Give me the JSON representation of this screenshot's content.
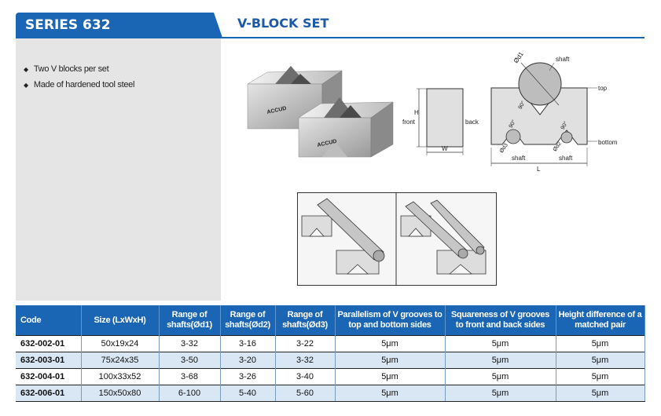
{
  "header": {
    "series": "SERIES 632",
    "title": "V-BLOCK SET"
  },
  "features": [
    "Two V blocks per set",
    "Made of hardened tool steel"
  ],
  "product_photo": {
    "brand": "ACCUD"
  },
  "diagram": {
    "side_labels": {
      "H": "H",
      "front": "front",
      "back": "back",
      "W": "W"
    },
    "cross_labels": {
      "d1": "Ød1",
      "shaft_top": "shaft",
      "top": "top",
      "angle_big": "90°",
      "angle_left": "90°",
      "angle_right": "90°",
      "d3": "Ød3",
      "d2": "Ød2",
      "shaft_left": "shaft",
      "shaft_right": "shaft",
      "bottom": "bottom",
      "L": "L"
    }
  },
  "colors": {
    "brand_blue": "#1b65b5",
    "row_tint": "#d9e7f5"
  },
  "table": {
    "headers": [
      "Code",
      "Size (LxWxH)",
      "Range of shafts(Ød1)",
      "Range of shafts(Ød2)",
      "Range of shafts(Ød3)",
      "Parallelism of  V grooves to top and bottom sides",
      "Squareness of V grooves to front and back sides",
      "Height difference of a matched pair"
    ],
    "rows": [
      [
        "632-002-01",
        "50x19x24",
        "3-32",
        "3-16",
        "3-22",
        "5μm",
        "5μm",
        "5μm"
      ],
      [
        "632-003-01",
        "75x24x35",
        "3-50",
        "3-20",
        "3-32",
        "5μm",
        "5μm",
        "5μm"
      ],
      [
        "632-004-01",
        "100x33x52",
        "3-68",
        "3-26",
        "3-40",
        "5μm",
        "5μm",
        "5μm"
      ],
      [
        "632-006-01",
        "150x50x80",
        "6-100",
        "5-40",
        "5-60",
        "5μm",
        "5μm",
        "5μm"
      ]
    ]
  }
}
